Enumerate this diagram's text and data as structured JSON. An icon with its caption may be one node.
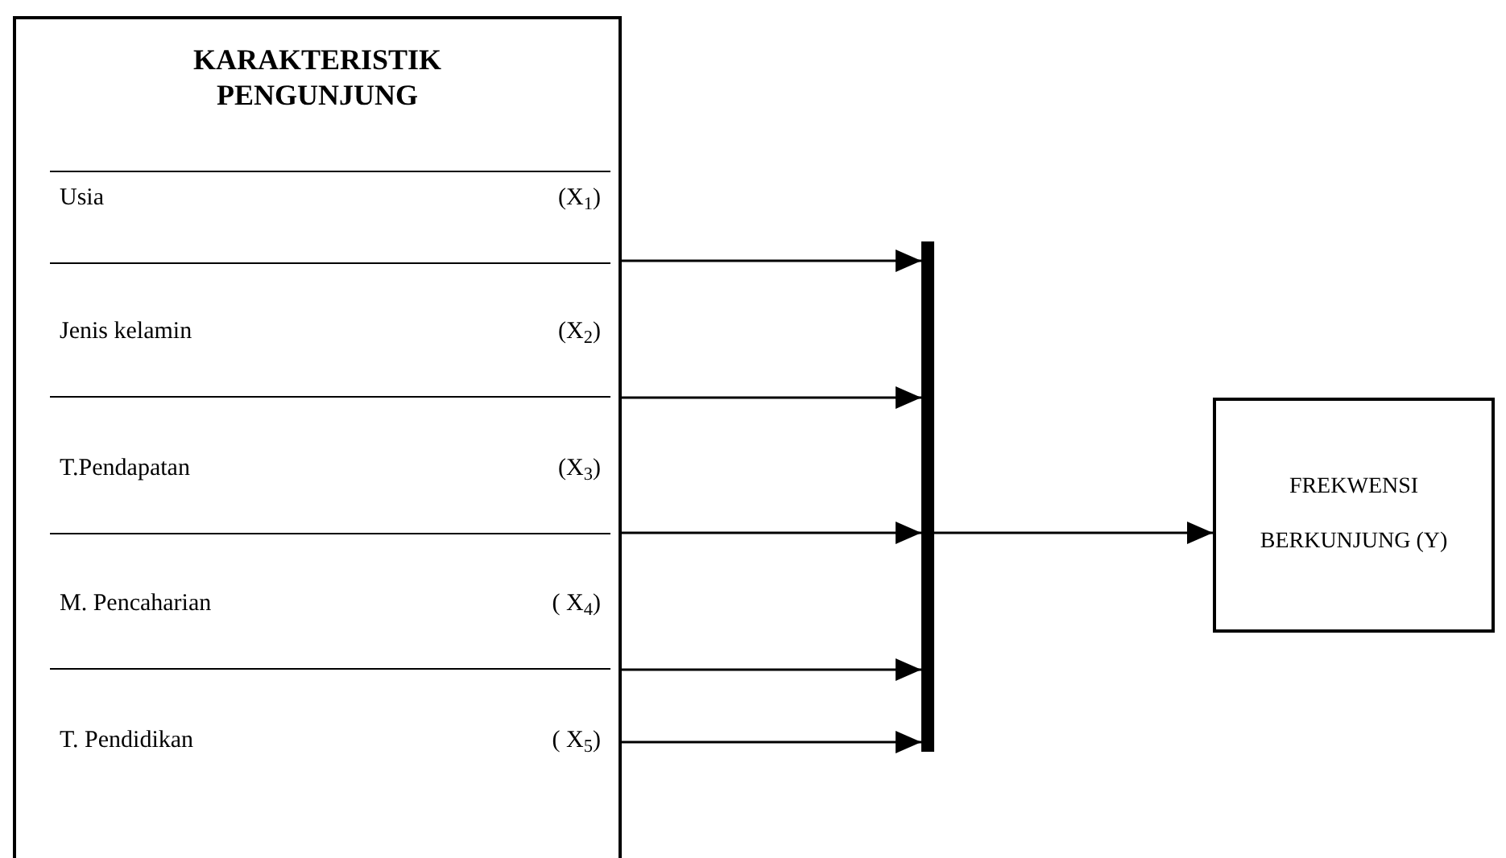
{
  "diagram": {
    "nodes": [
      {
        "text": [
          "KARAKTERISTIK PENGUNJUNG"
        ]
      },
      {
        "text": [
          "Usia",
          "(X$_{1}$)"
        ],
        "in": 0
      },
      {
        "text": [
          "Jenis kelamin",
          "(X$_{2}$)"
        ],
        "in": 0
      },
      {
        "text": [
          "T.Pendapatan",
          "(X$_{3}$)"
        ],
        "in": 0
      },
      {
        "text": [
          "M. Pencaharian",
          "( X$_{4}$)"
        ],
        "in": 0
      },
      {
        "text": [
          "T.  Pendidikan",
          "( X$_{5}$)"
        ],
        "in": 0
      },
      {
        "text": [],
        "shape": "bar"
      },
      {
        "text": [
          "FREKWENSI BERKUNJUNG (Y)"
        ]
      }
    ],
    "edges": [
      {
        "from": 0,
        "to": 6,
        "arrow": "to"
      },
      {
        "from": 0,
        "to": 6,
        "arrow": "to"
      },
      {
        "from": 0,
        "to": 6,
        "arrow": "to"
      },
      {
        "from": 0,
        "to": 6,
        "arrow": "to"
      },
      {
        "from": 0,
        "to": 6,
        "arrow": "to"
      },
      {
        "from": 6,
        "to": 7,
        "arrow": "to"
      }
    ]
  }
}
